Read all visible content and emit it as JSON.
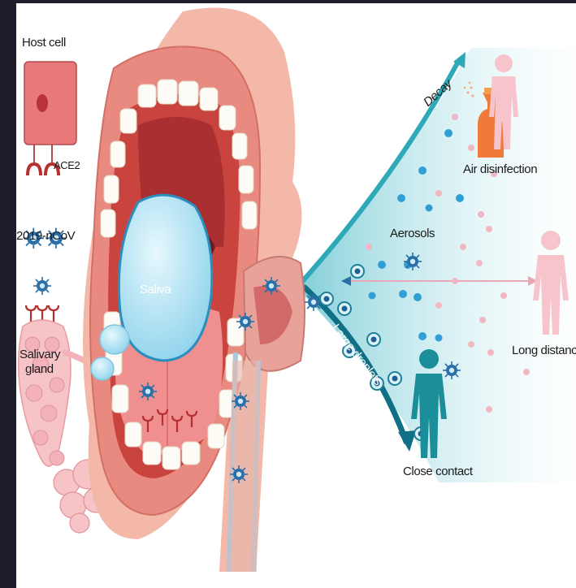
{
  "labels": {
    "host_cell": "Host cell",
    "ace2": "ACE2",
    "virus": "2019-nCoV",
    "salivary_gland_line1": "Salivary",
    "salivary_gland_line2": "gland",
    "saliva": "Saliva",
    "decay": "Decay",
    "air_disinfection": "Air disinfection",
    "aerosols": "Aerosols",
    "long_distance": "Long distance",
    "large_droplets": "Large droplets",
    "close_contact": "Close contact"
  },
  "colors": {
    "cell_fill": "#e9787b",
    "mouth_skin": "#f1b3a3",
    "gum": "#e98a80",
    "throat": "#c9443f",
    "saliva": "#aee3f4",
    "spray_cone": "#2fb7c8",
    "aerosol_blue": "#2f9fd6",
    "aerosol_pink": "#f2b8c2",
    "person_pink": "#f7c4cc",
    "person_teal": "#1a8f9a",
    "sprayer": "#ef7a3a"
  }
}
